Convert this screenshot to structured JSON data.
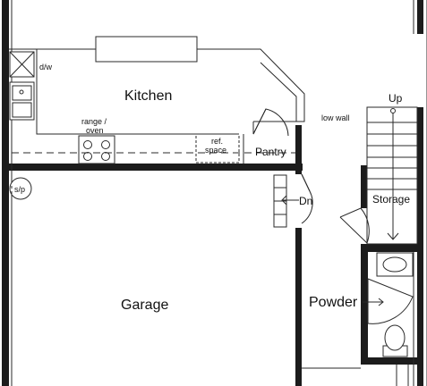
{
  "rooms": {
    "kitchen": "Kitchen",
    "garage": "Garage",
    "powder": "Powder",
    "pantry": "Pantry",
    "storage": "Storage"
  },
  "fixtures": {
    "dishwasher": "d/w",
    "range_line1": "range /",
    "range_line2": "oven",
    "ref_line1": "ref.",
    "ref_line2": "space",
    "sump_pump": "s/p",
    "low_wall": "low wall"
  },
  "stairs": {
    "up": "Up",
    "down": "Dn"
  }
}
